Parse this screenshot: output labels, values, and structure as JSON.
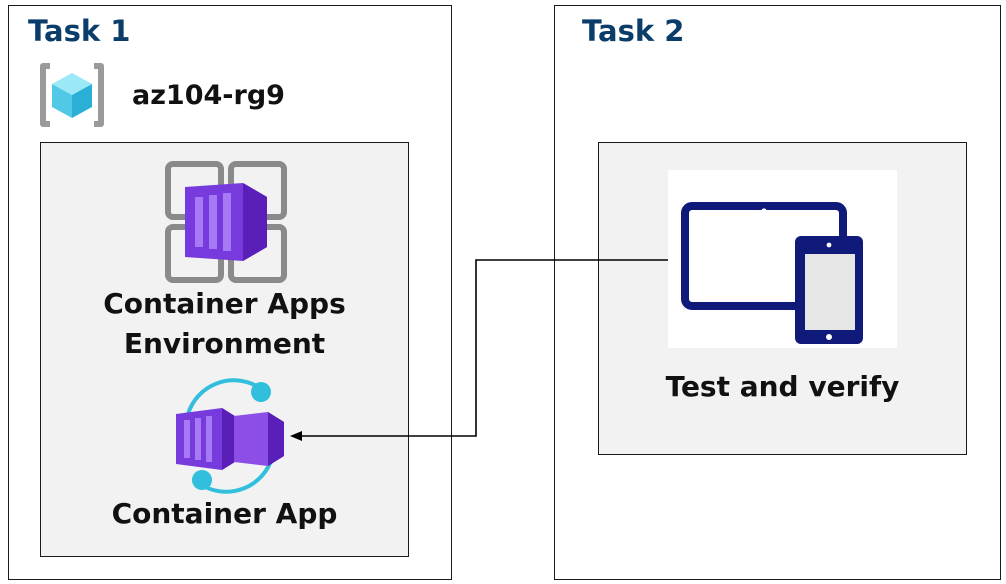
{
  "task1": {
    "title": "Task 1",
    "resource_group": "az104-rg9",
    "environment_label_line1": "Container Apps",
    "environment_label_line2": "Environment",
    "app_label": "Container App"
  },
  "task2": {
    "title": "Task 2",
    "test_label": "Test and verify"
  },
  "colors": {
    "task_title": "#0b3d6b",
    "inner_bg": "#f2f2f2",
    "purple": "#773adc",
    "cyan": "#32bedd",
    "navy": "#0f1a7a",
    "gray_frame": "#8a8a8a"
  },
  "icons": [
    "resource-group-icon",
    "container-apps-environment-icon",
    "container-app-icon",
    "device-icon"
  ]
}
